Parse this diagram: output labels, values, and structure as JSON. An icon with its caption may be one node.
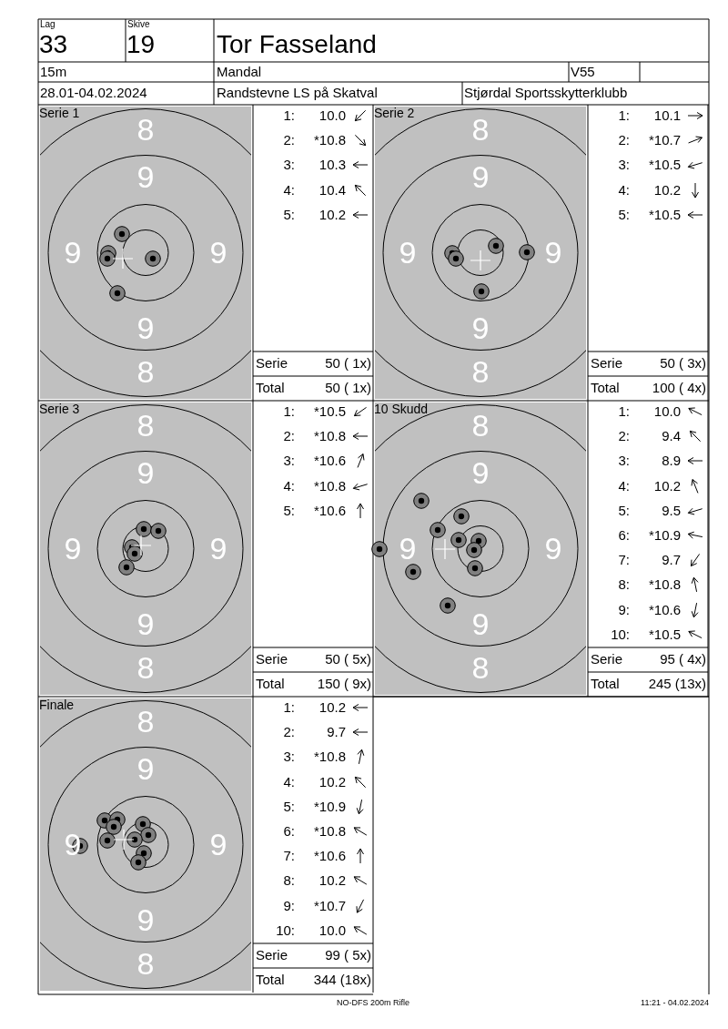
{
  "diagram": {
    "labels": [
      "Lag",
      "33",
      "Skive",
      "19",
      "Tor Fasseland",
      "15m",
      "Mandal",
      "V55",
      "28.01-04.02.2024",
      "Randstevne LS på Skatval",
      "Stjørdal Sportsskytterklubb",
      "Serie 1",
      "8",
      "9",
      "9",
      "9",
      "9",
      "8",
      "1:",
      "10.0",
      "2:",
      "*10.8",
      "3:",
      "10.3",
      "4:",
      "10.4",
      "5:",
      "10.2",
      "Serie",
      "50 ( 1x)",
      "Total",
      "50 ( 1x)",
      "Serie 2",
      "8",
      "9",
      "9",
      "9",
      "9",
      "8",
      "1:",
      "10.1",
      "2:",
      "*10.7",
      "3:",
      "*10.5",
      "4:",
      "10.2",
      "5:",
      "*10.5",
      "Serie",
      "50 ( 3x)",
      "Total",
      "100 ( 4x)",
      "Serie 3",
      "8",
      "9",
      "9",
      "9",
      "9",
      "8",
      "1:",
      "*10.5",
      "2:",
      "*10.8",
      "3:",
      "*10.6",
      "4:",
      "*10.8",
      "5:",
      "*10.6",
      "Serie",
      "50 ( 5x)",
      "Total",
      "150 ( 9x)",
      "10 Skudd",
      "8",
      "9",
      "9",
      "9",
      "9",
      "8",
      "1:",
      "10.0",
      "2:",
      "9.4",
      "3:",
      "8.9",
      "4:",
      "10.2",
      "5:",
      "9.5",
      "6:",
      "*10.9",
      "7:",
      "9.7",
      "8:",
      "*10.8",
      "9:",
      "*10.6",
      "10:",
      "*10.5",
      "Serie",
      "95 ( 4x)",
      "Total",
      "245 (13x)",
      "Finale",
      "8",
      "9",
      "9",
      "9",
      "9",
      "8",
      "1:",
      "10.2",
      "2:",
      "9.7",
      "3:",
      "*10.8",
      "4:",
      "10.2",
      "5:",
      "*10.9",
      "6:",
      "*10.8",
      "7:",
      "*10.6",
      "8:",
      "10.2",
      "9:",
      "*10.7",
      "10:",
      "10.0",
      "Serie",
      "99 ( 5x)",
      "Total",
      "344 (18x)",
      "NO-DFS 200m Rifle",
      "11:21 - 04.02.2024"
    ]
  }
}
